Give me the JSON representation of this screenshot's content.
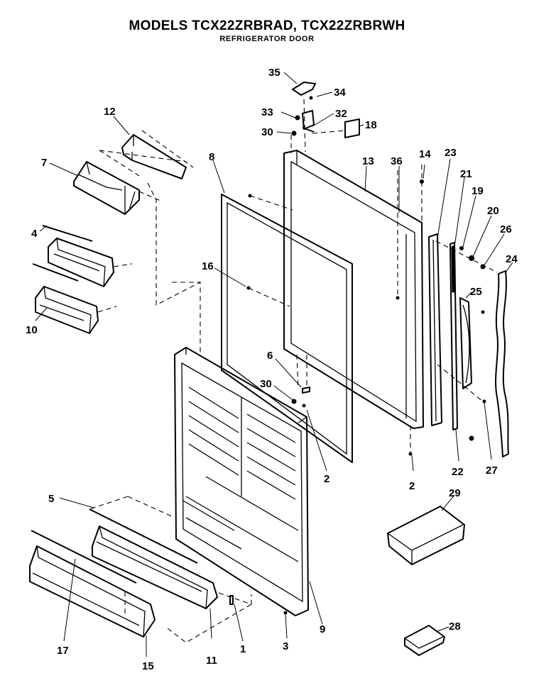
{
  "title": "MODELS TCX22ZRBRAD, TCX22ZRBRWH",
  "subtitle": "REFRIGERATOR DOOR",
  "callouts": [
    "35",
    "34",
    "33",
    "32",
    "30",
    "18",
    "12",
    "7",
    "8",
    "13",
    "36",
    "14",
    "23",
    "21",
    "19",
    "20",
    "26",
    "24",
    "4",
    "16",
    "25",
    "10",
    "6",
    "30",
    "2",
    "2",
    "22",
    "27",
    "5",
    "29",
    "17",
    "11",
    "1",
    "3",
    "9",
    "15",
    "28"
  ]
}
